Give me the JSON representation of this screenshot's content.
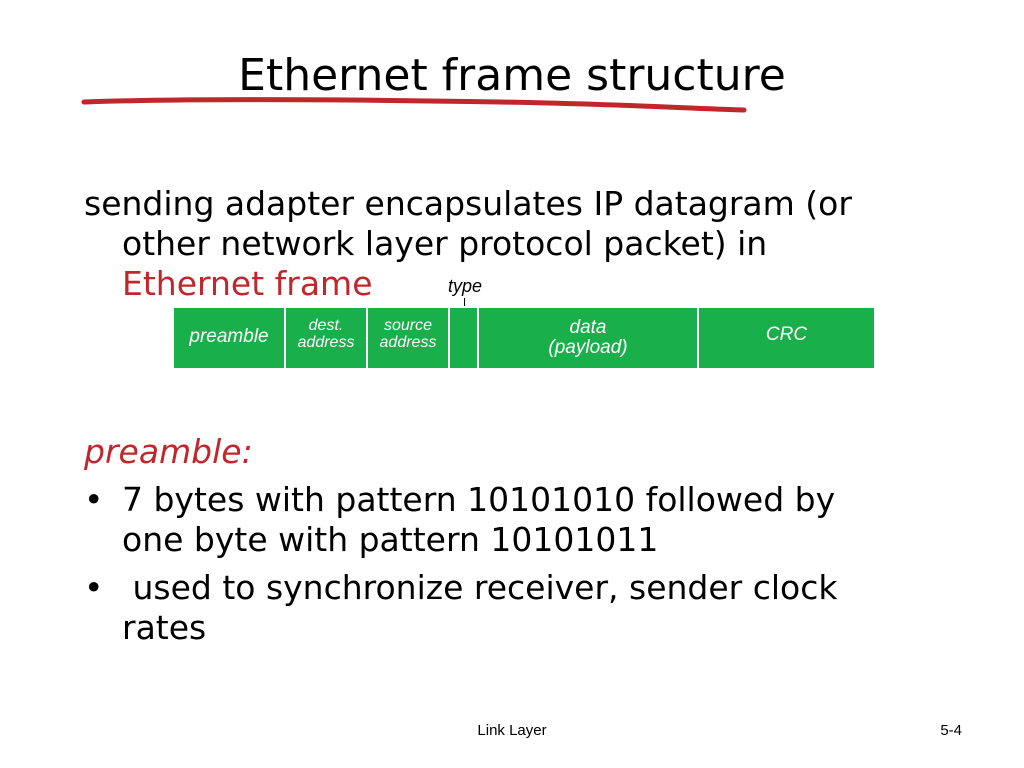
{
  "slide": {
    "title": "Ethernet frame structure",
    "accent_color": "#c0272d",
    "frame_color": "#19b04b"
  },
  "intro": {
    "line1": "sending adapter encapsulates IP datagram (or",
    "line2": "other network layer protocol packet) in",
    "highlight": "Ethernet frame"
  },
  "frame": {
    "type_label": "type",
    "fields": {
      "preamble": "preamble",
      "dest_line1": "dest.",
      "dest_line2": "address",
      "source_line1": "source",
      "source_line2": "address",
      "data_line1": "data",
      "data_line2": "(payload)",
      "crc": "CRC"
    }
  },
  "preamble_section": {
    "heading": "preamble:",
    "bullets": [
      {
        "marker": "•",
        "line1": "7 bytes with pattern 10101010 followed by",
        "line2": "one byte with pattern 10101011"
      },
      {
        "marker": "•",
        "line1": " used to synchronize receiver, sender clock",
        "line2": "rates"
      }
    ]
  },
  "footer": {
    "center": "Link Layer",
    "page": "5-4"
  }
}
